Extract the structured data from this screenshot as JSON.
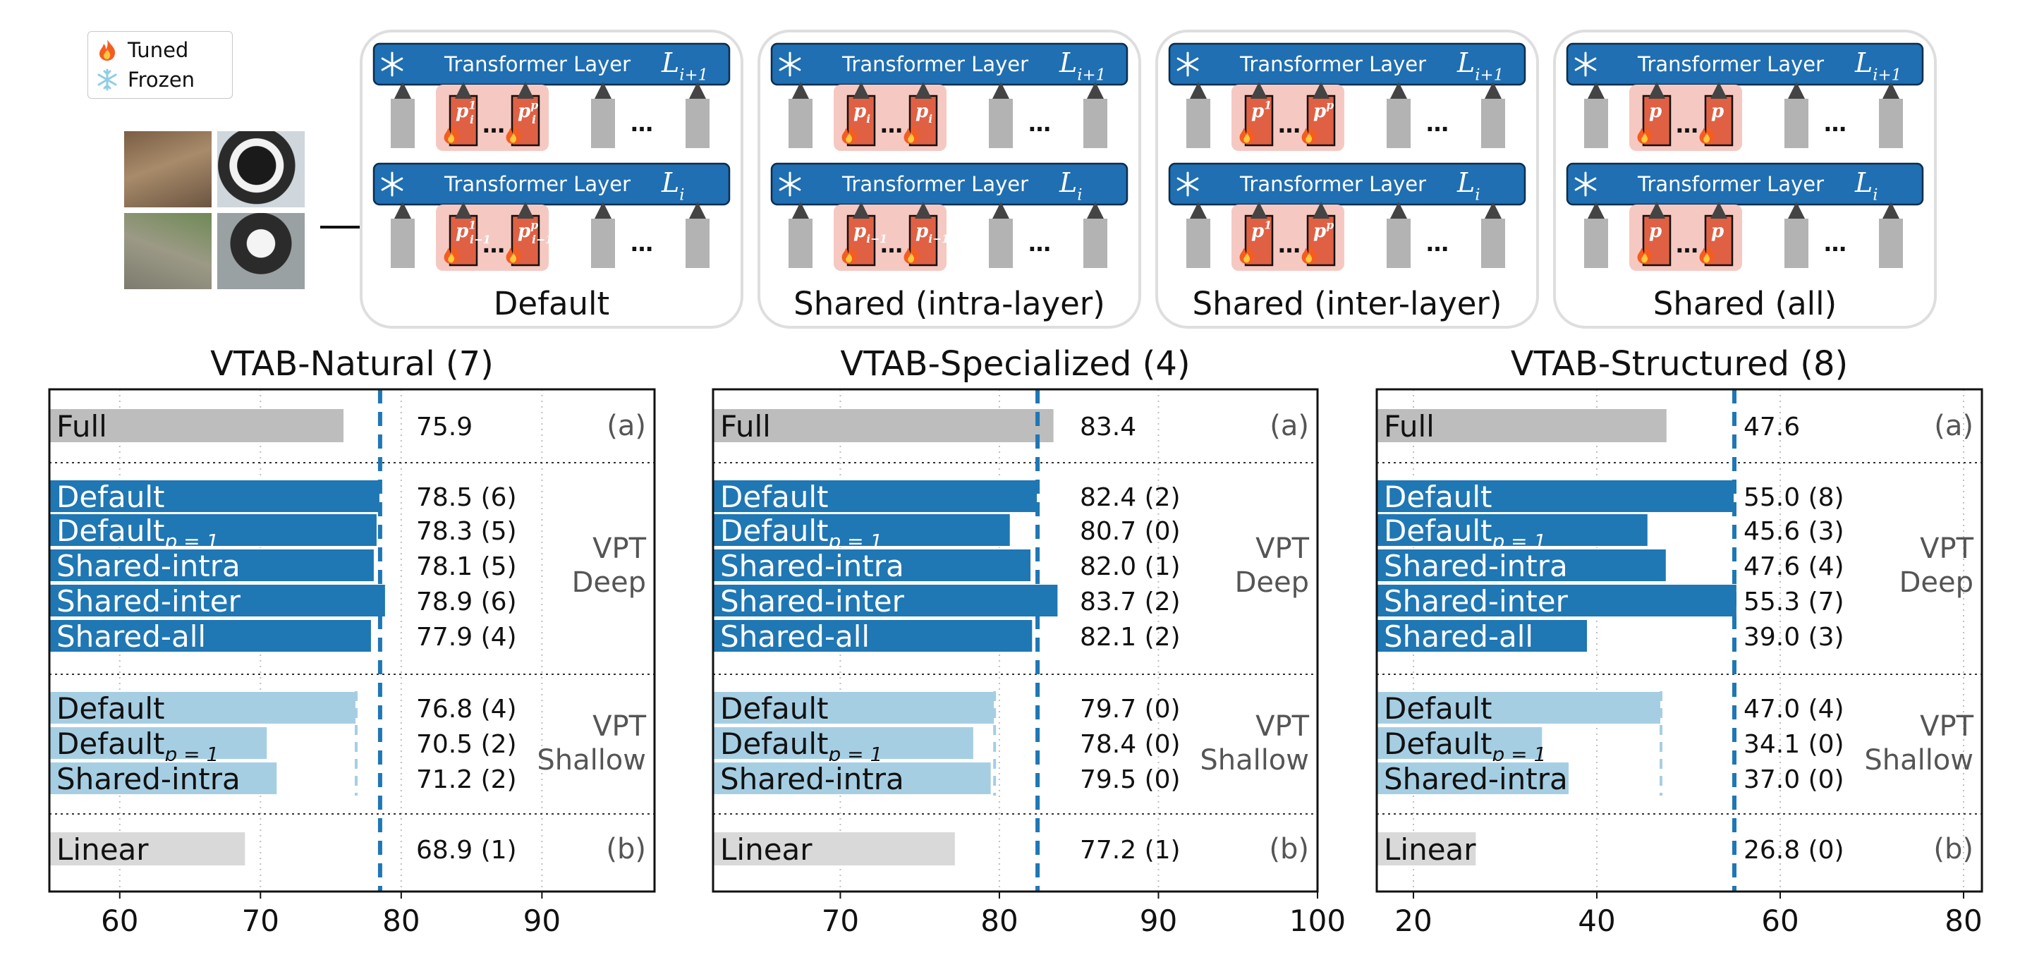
{
  "legend": {
    "tuned": "Tuned",
    "frozen": "Frozen"
  },
  "layer_label": "Transformer Layer",
  "layer_top_sym": "L",
  "layer_top_sub": "i+1",
  "layer_bot_sym": "L",
  "layer_bot_sub": "i",
  "ellipsis": "…",
  "panels": [
    {
      "caption": "Default",
      "p1_top": "p",
      "p1_top_sup": "1",
      "p1_top_sub": "i",
      "p2_top": "p",
      "p2_top_sup": "p",
      "p2_top_sub": "i",
      "p1_bot": "p",
      "p1_bot_sup": "1",
      "p1_bot_sub": "i−1",
      "p2_bot": "p",
      "p2_bot_sup": "p",
      "p2_bot_sub": "i−1"
    },
    {
      "caption": "Shared (intra-layer)",
      "p1_top": "p",
      "p1_top_sup": "",
      "p1_top_sub": "i",
      "p2_top": "p",
      "p2_top_sup": "",
      "p2_top_sub": "i",
      "p1_bot": "p",
      "p1_bot_sup": "",
      "p1_bot_sub": "i−1",
      "p2_bot": "p",
      "p2_bot_sup": "",
      "p2_bot_sub": "i−1"
    },
    {
      "caption": "Shared (inter-layer)",
      "p1_top": "p",
      "p1_top_sup": "1",
      "p1_top_sub": "",
      "p2_top": "p",
      "p2_top_sup": "p",
      "p2_top_sub": "",
      "p1_bot": "p",
      "p1_bot_sup": "1",
      "p1_bot_sub": "",
      "p2_bot": "p",
      "p2_bot_sup": "p",
      "p2_bot_sub": ""
    },
    {
      "caption": "Shared (all)",
      "p1_top": "p",
      "p1_top_sup": "",
      "p1_top_sub": "",
      "p2_top": "p",
      "p2_top_sup": "",
      "p2_top_sub": "",
      "p1_bot": "p",
      "p1_bot_sup": "",
      "p1_bot_sub": "",
      "p2_bot": "p",
      "p2_bot_sup": "",
      "p2_bot_sub": ""
    }
  ],
  "colors": {
    "deep": "#1f77b4",
    "shallow": "#a6cee3",
    "full": "#bdbdbd",
    "linear": "#d9d9d9",
    "layer": "#1f6fb2",
    "prompt": "#e06044",
    "prompt_bg": "#f5c9c2",
    "token": "#b3b3b3",
    "panel_border": "#dedede",
    "side_text": "#555555",
    "grid": "#bfbfbf"
  },
  "chart_data": [
    {
      "type": "bar",
      "title": "VTAB-Natural (7)",
      "xlim": [
        55,
        98
      ],
      "xticks": [
        60,
        70,
        80,
        90
      ],
      "ref_line": 78.5,
      "shallow_ref": 76.8,
      "groups": [
        {
          "side": "(a)",
          "style": "full",
          "rows": [
            {
              "label": "Full",
              "sub": "",
              "value": 75.9,
              "text": "75.9"
            }
          ]
        },
        {
          "side": "VPT\nDeep",
          "style": "deep",
          "rows": [
            {
              "label": "Default",
              "sub": "",
              "value": 78.5,
              "text": "78.5 (6)"
            },
            {
              "label": "Default",
              "sub": "p = 1",
              "value": 78.3,
              "text": "78.3 (5)"
            },
            {
              "label": "Shared-intra",
              "sub": "",
              "value": 78.1,
              "text": "78.1 (5)"
            },
            {
              "label": "Shared-inter",
              "sub": "",
              "value": 78.9,
              "text": "78.9 (6)"
            },
            {
              "label": "Shared-all",
              "sub": "",
              "value": 77.9,
              "text": "77.9 (4)"
            }
          ]
        },
        {
          "side": "VPT\nShallow",
          "style": "shallow",
          "rows": [
            {
              "label": "Default",
              "sub": "",
              "value": 76.8,
              "text": "76.8 (4)"
            },
            {
              "label": "Default",
              "sub": "p = 1",
              "value": 70.5,
              "text": "70.5 (2)"
            },
            {
              "label": "Shared-intra",
              "sub": "",
              "value": 71.2,
              "text": "71.2 (2)"
            }
          ]
        },
        {
          "side": "(b)",
          "style": "linear",
          "rows": [
            {
              "label": "Linear",
              "sub": "",
              "value": 68.9,
              "text": "68.9 (1)"
            }
          ]
        }
      ]
    },
    {
      "type": "bar",
      "title": "VTAB-Specialized (4)",
      "xlim": [
        62,
        100
      ],
      "xticks": [
        70,
        80,
        90,
        100
      ],
      "ref_line": 82.4,
      "shallow_ref": 79.7,
      "groups": [
        {
          "side": "(a)",
          "style": "full",
          "rows": [
            {
              "label": "Full",
              "sub": "",
              "value": 83.4,
              "text": "83.4"
            }
          ]
        },
        {
          "side": "VPT\nDeep",
          "style": "deep",
          "rows": [
            {
              "label": "Default",
              "sub": "",
              "value": 82.4,
              "text": "82.4 (2)"
            },
            {
              "label": "Default",
              "sub": "p = 1",
              "value": 80.7,
              "text": "80.7 (0)"
            },
            {
              "label": "Shared-intra",
              "sub": "",
              "value": 82.0,
              "text": "82.0 (1)"
            },
            {
              "label": "Shared-inter",
              "sub": "",
              "value": 83.7,
              "text": "83.7 (2)"
            },
            {
              "label": "Shared-all",
              "sub": "",
              "value": 82.1,
              "text": "82.1 (2)"
            }
          ]
        },
        {
          "side": "VPT\nShallow",
          "style": "shallow",
          "rows": [
            {
              "label": "Default",
              "sub": "",
              "value": 79.7,
              "text": "79.7 (0)"
            },
            {
              "label": "Default",
              "sub": "p = 1",
              "value": 78.4,
              "text": "78.4 (0)"
            },
            {
              "label": "Shared-intra",
              "sub": "",
              "value": 79.5,
              "text": "79.5 (0)"
            }
          ]
        },
        {
          "side": "(b)",
          "style": "linear",
          "rows": [
            {
              "label": "Linear",
              "sub": "",
              "value": 77.2,
              "text": "77.2 (1)"
            }
          ]
        }
      ]
    },
    {
      "type": "bar",
      "title": "VTAB-Structured (8)",
      "xlim": [
        16,
        82
      ],
      "xticks": [
        20,
        40,
        60,
        80
      ],
      "ref_line": 55.0,
      "shallow_ref": 47.0,
      "groups": [
        {
          "side": "(a)",
          "style": "full",
          "rows": [
            {
              "label": "Full",
              "sub": "",
              "value": 47.6,
              "text": "47.6"
            }
          ]
        },
        {
          "side": "VPT\nDeep",
          "style": "deep",
          "rows": [
            {
              "label": "Default",
              "sub": "",
              "value": 55.0,
              "text": "55.0 (8)"
            },
            {
              "label": "Default",
              "sub": "p = 1",
              "value": 45.6,
              "text": "45.6 (3)"
            },
            {
              "label": "Shared-intra",
              "sub": "",
              "value": 47.6,
              "text": "47.6 (4)"
            },
            {
              "label": "Shared-inter",
              "sub": "",
              "value": 55.3,
              "text": "55.3 (7)"
            },
            {
              "label": "Shared-all",
              "sub": "",
              "value": 39.0,
              "text": "39.0 (3)"
            }
          ]
        },
        {
          "side": "VPT\nShallow",
          "style": "shallow",
          "rows": [
            {
              "label": "Default",
              "sub": "",
              "value": 47.0,
              "text": "47.0 (4)"
            },
            {
              "label": "Default",
              "sub": "p = 1",
              "value": 34.1,
              "text": "34.1 (0)"
            },
            {
              "label": "Shared-intra",
              "sub": "",
              "value": 37.0,
              "text": "37.0 (0)"
            }
          ]
        },
        {
          "side": "(b)",
          "style": "linear",
          "rows": [
            {
              "label": "Linear",
              "sub": "",
              "value": 26.8,
              "text": "26.8 (0)"
            }
          ]
        }
      ]
    }
  ]
}
